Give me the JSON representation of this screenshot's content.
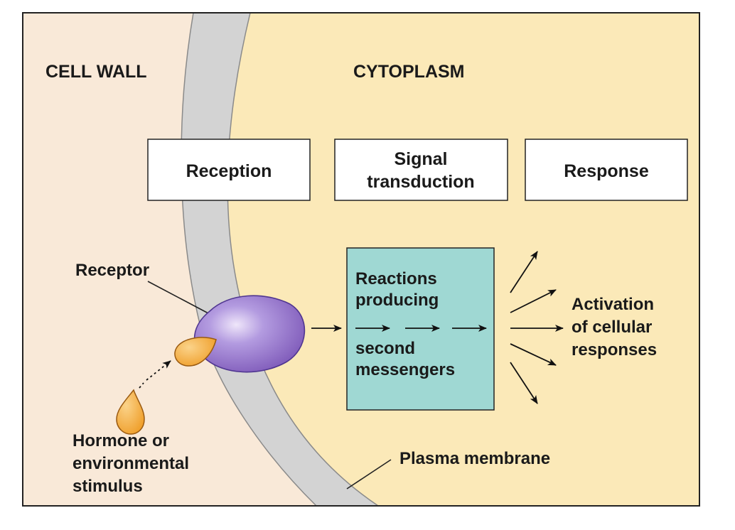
{
  "regions": {
    "cell_wall": "CELL WALL",
    "cytoplasm": "CYTOPLASM"
  },
  "stages": {
    "reception": "Reception",
    "signal_transduction": [
      "Signal",
      "transduction"
    ],
    "response": "Response"
  },
  "labels": {
    "receptor": "Receptor",
    "hormone": [
      "Hormone or",
      "environmental",
      "stimulus"
    ],
    "reactions": [
      "Reactions",
      "producing",
      "second",
      "messengers"
    ],
    "activation": [
      "Activation",
      "of cellular",
      "responses"
    ],
    "plasma_membrane": "Plasma membrane"
  },
  "colors": {
    "cell_wall_bg": "#f9e9d8",
    "cytoplasm_bg": "#fbe9b8",
    "membrane": "#d3d3d3",
    "receptor": "#8e6cc4",
    "hormone": "#f0a030",
    "reaction_box": "#9fd8d3"
  }
}
